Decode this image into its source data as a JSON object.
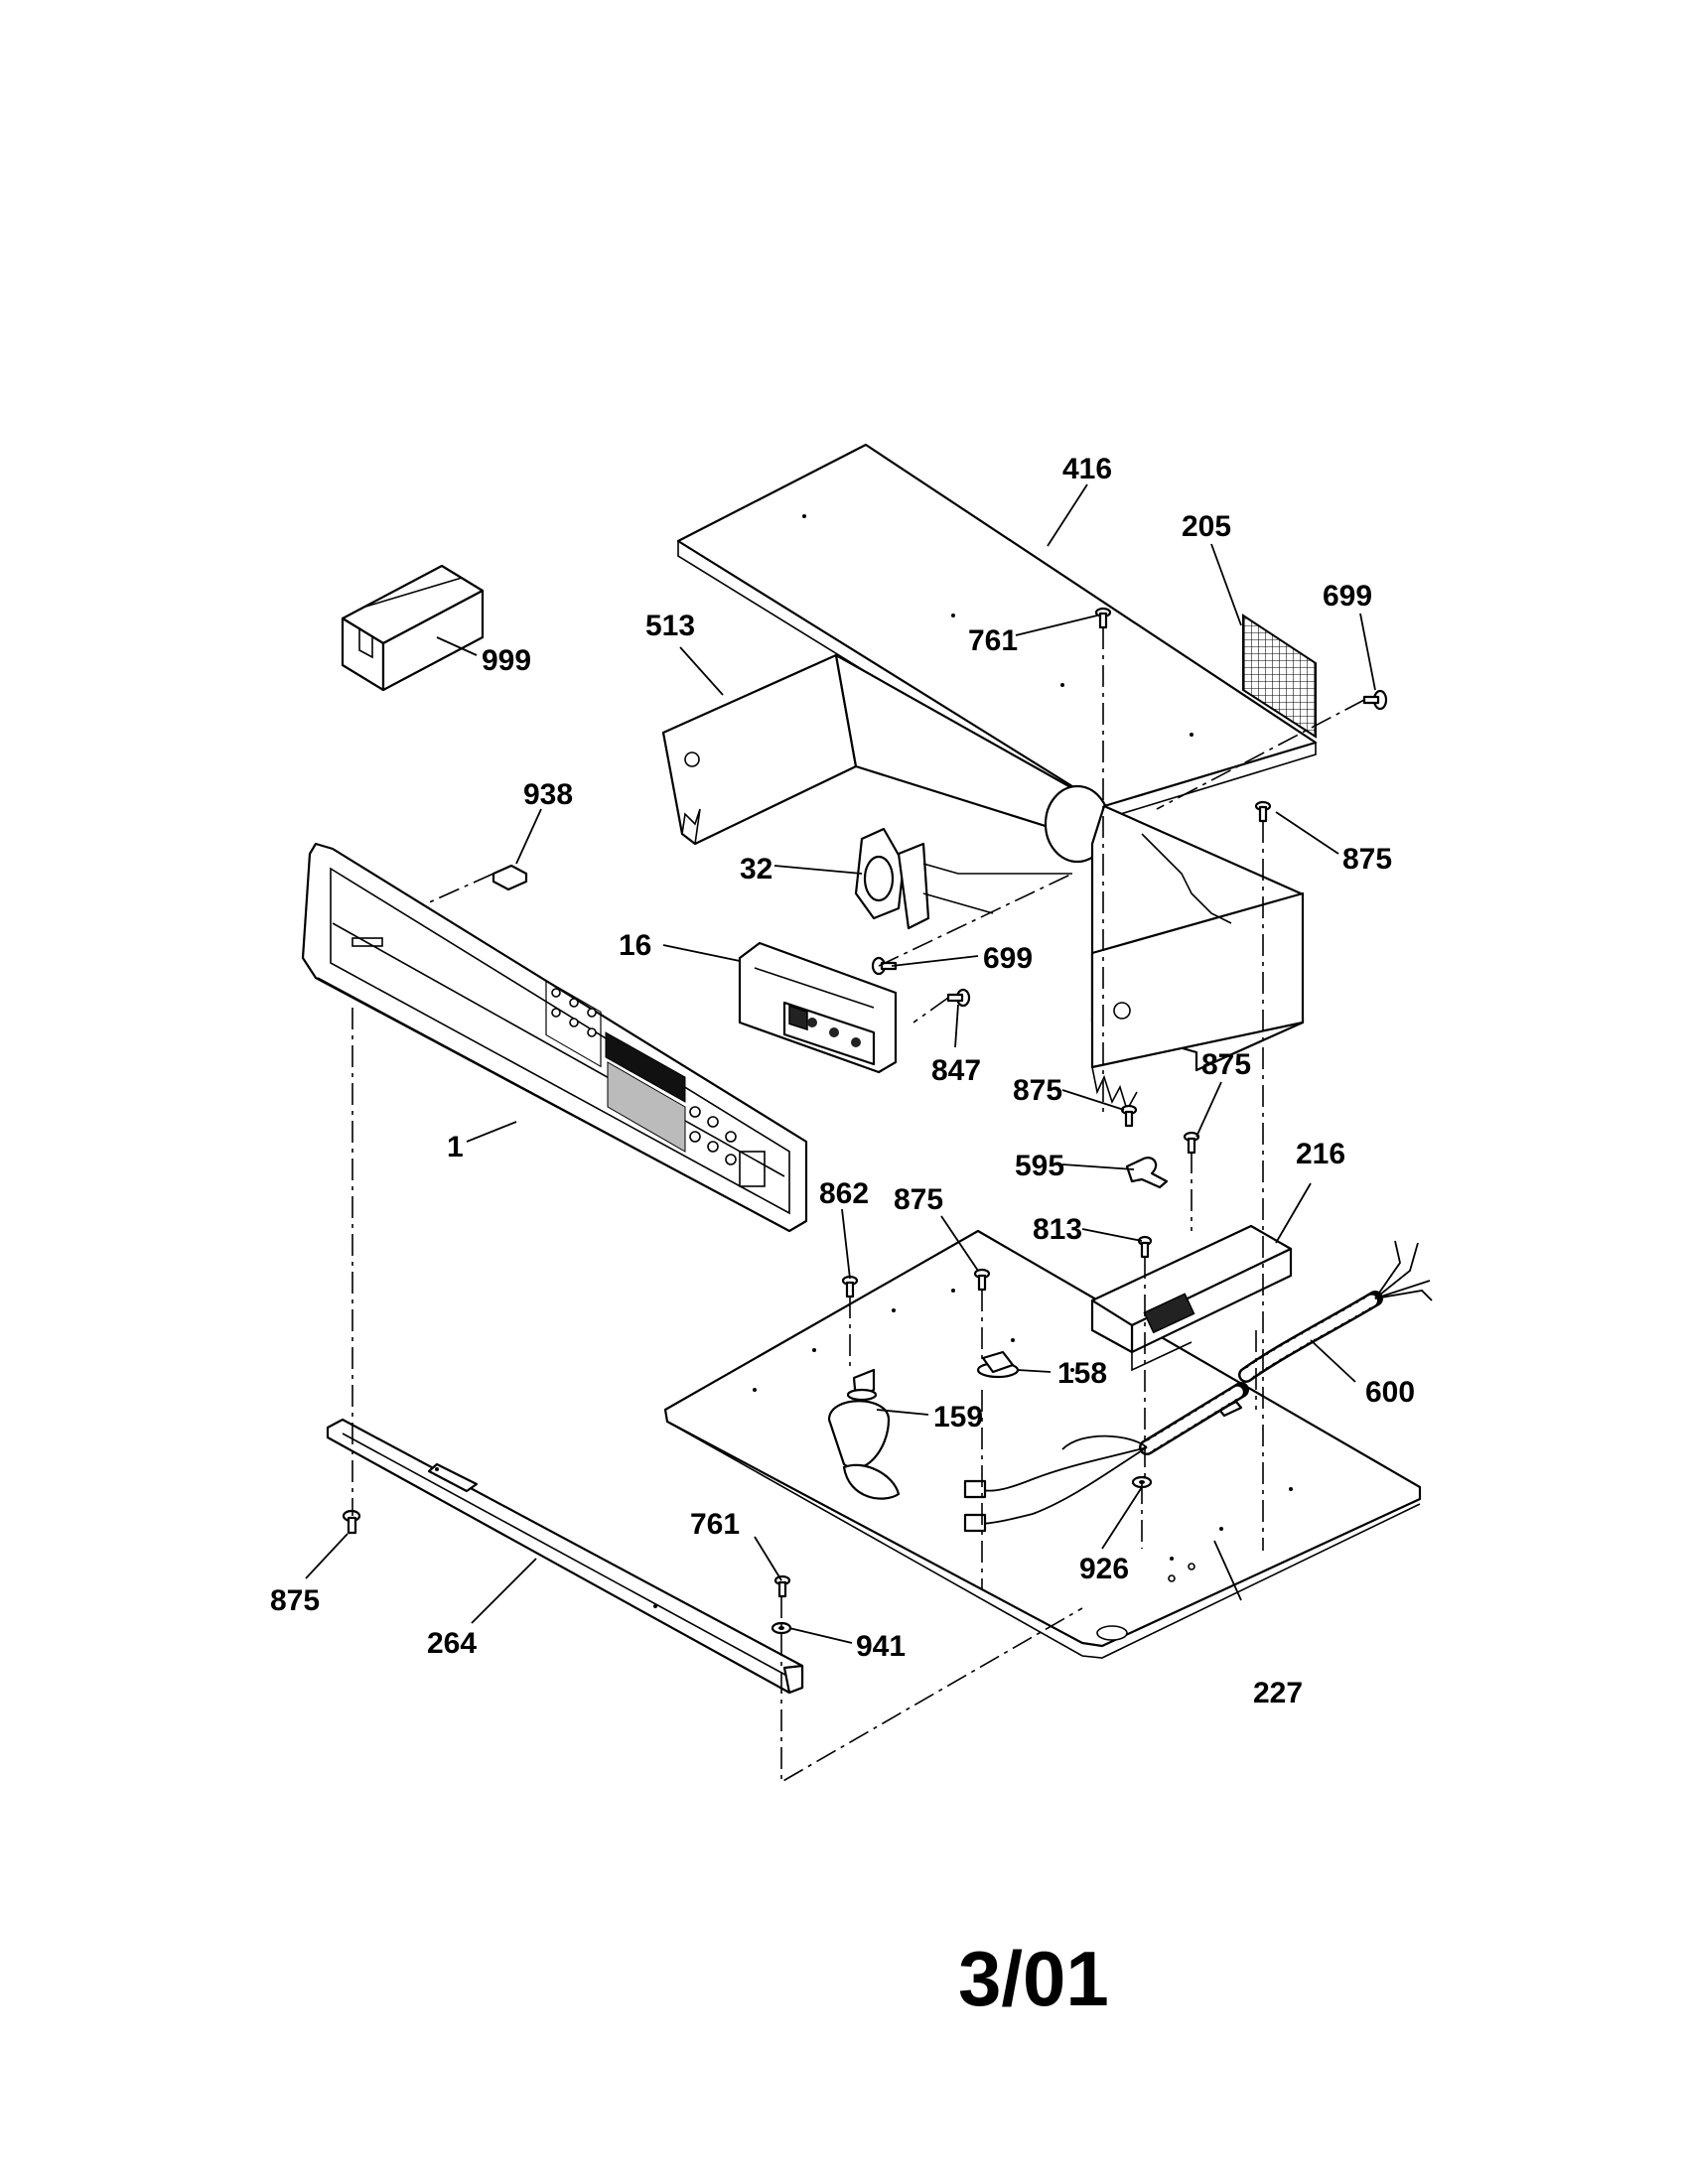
{
  "callouts": {
    "c416": "416",
    "c205": "205",
    "c699a": "699",
    "c513": "513",
    "c761a": "761",
    "c999": "999",
    "c938": "938",
    "c875a": "875",
    "c32": "32",
    "c16": "16",
    "c699b": "699",
    "c847": "847",
    "c875b": "875",
    "c875c": "875",
    "c1": "1",
    "c216": "216",
    "c595": "595",
    "c862": "862",
    "c875d": "875",
    "c813": "813",
    "c158": "158",
    "c600": "600",
    "c159": "159",
    "c761b": "761",
    "c926": "926",
    "c875e": "875",
    "c264": "264",
    "c941": "941",
    "c227": "227"
  },
  "revision": "3/01"
}
